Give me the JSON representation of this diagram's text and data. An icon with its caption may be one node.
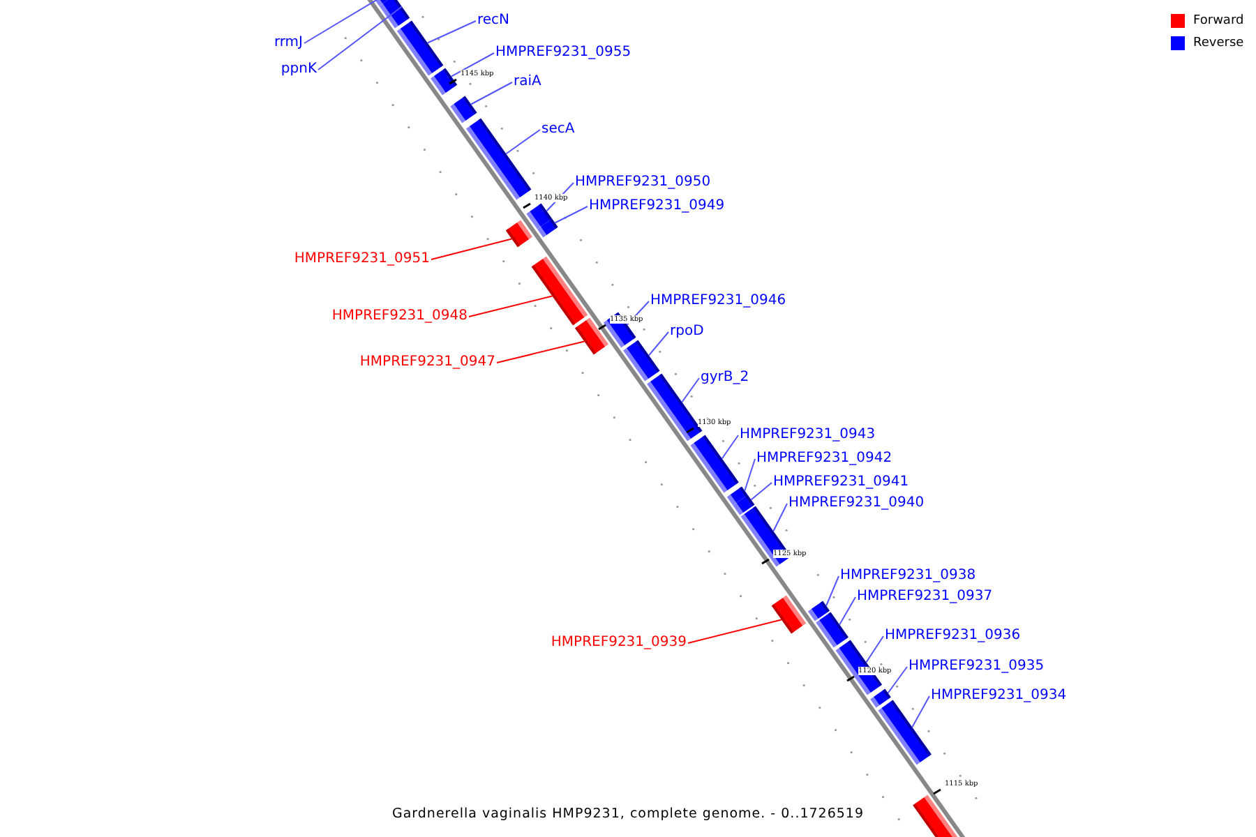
{
  "diagram": {
    "caption": "Gardnerella vaginalis HMP9231, complete genome. - 0..1726519",
    "nodes": [
      {
        "text": [
          "rrmJ"
        ]
      },
      {
        "text": [],
        "shape": "bar"
      },
      {
        "text": [
          "ppnK"
        ]
      },
      {
        "text": [],
        "shape": "bar"
      },
      {
        "text": [
          "recN"
        ]
      },
      {
        "text": [],
        "shape": "bar"
      },
      {
        "text": [
          "HMPREF9231_0955"
        ]
      },
      {
        "text": [],
        "shape": "bar"
      },
      {
        "text": [
          "raiA"
        ]
      },
      {
        "text": [],
        "shape": "bar"
      },
      {
        "text": [
          "secA"
        ]
      },
      {
        "text": [],
        "shape": "bar"
      },
      {
        "text": [
          "HMPREF9231_0950"
        ]
      },
      {
        "text": [],
        "shape": "bar"
      },
      {
        "text": [
          "HMPREF9231_0949"
        ]
      },
      {
        "text": [],
        "shape": "bar"
      },
      {
        "text": [
          "HMPREF9231_0951"
        ]
      },
      {
        "text": [],
        "shape": "bar"
      },
      {
        "text": [
          "HMPREF9231_0948"
        ]
      },
      {
        "text": [],
        "shape": "bar"
      },
      {
        "text": [
          "HMPREF9231_0947"
        ]
      },
      {
        "text": [],
        "shape": "bar"
      },
      {
        "text": [
          "HMPREF9231_0946"
        ]
      },
      {
        "text": [],
        "shape": "bar"
      },
      {
        "text": [
          "rpoD"
        ]
      },
      {
        "text": [],
        "shape": "bar"
      },
      {
        "text": [
          "gyrB_2"
        ]
      },
      {
        "text": [],
        "shape": "bar"
      },
      {
        "text": [
          "HMPREF9231_0943"
        ]
      },
      {
        "text": [],
        "shape": "bar"
      },
      {
        "text": [
          "HMPREF9231_0942"
        ]
      },
      {
        "text": [],
        "shape": "bar"
      },
      {
        "text": [
          "HMPREF9231_0941"
        ]
      },
      {
        "text": [],
        "shape": "bar"
      },
      {
        "text": [
          "HMPREF9231_0940"
        ]
      },
      {
        "text": [],
        "shape": "bar"
      },
      {
        "text": [
          "HMPREF9231_0939"
        ]
      },
      {
        "text": [],
        "shape": "bar"
      },
      {
        "text": [
          "HMPREF9231_0938"
        ]
      },
      {
        "text": [],
        "shape": "bar"
      },
      {
        "text": [
          "HMPREF9231_0937"
        ]
      },
      {
        "text": [],
        "shape": "bar"
      },
      {
        "text": [
          "HMPREF9231_0936"
        ]
      },
      {
        "text": [],
        "shape": "bar"
      },
      {
        "text": [
          "HMPREF9231_0935"
        ]
      },
      {
        "text": [],
        "shape": "bar"
      },
      {
        "text": [
          "HMPREF9231_0934"
        ]
      },
      {
        "text": [],
        "shape": "bar"
      },
      {
        "text": [],
        "shape": "bar"
      }
    ],
    "edges": [
      {
        "from": 0,
        "to": 1,
        "arrow": "none"
      },
      {
        "from": 2,
        "to": 3,
        "arrow": "none"
      },
      {
        "from": 4,
        "to": 5,
        "arrow": "none"
      },
      {
        "from": 6,
        "to": 7,
        "arrow": "none"
      },
      {
        "from": 8,
        "to": 9,
        "arrow": "none"
      },
      {
        "from": 10,
        "to": 11,
        "arrow": "none"
      },
      {
        "from": 12,
        "to": 13,
        "arrow": "none"
      },
      {
        "from": 14,
        "to": 15,
        "arrow": "none"
      },
      {
        "from": 16,
        "to": 17,
        "arrow": "none",
        "color": "#ff0000"
      },
      {
        "from": 18,
        "to": 19,
        "arrow": "none",
        "color": "#ff0000"
      },
      {
        "from": 20,
        "to": 21,
        "arrow": "none",
        "color": "#ff0000"
      },
      {
        "from": 22,
        "to": 23,
        "arrow": "none"
      },
      {
        "from": 24,
        "to": 25,
        "arrow": "none"
      },
      {
        "from": 26,
        "to": 27,
        "arrow": "none"
      },
      {
        "from": 28,
        "to": 29,
        "arrow": "none"
      },
      {
        "from": 30,
        "to": 31,
        "arrow": "none"
      },
      {
        "from": 32,
        "to": 33,
        "arrow": "none"
      },
      {
        "from": 34,
        "to": 35,
        "arrow": "none"
      },
      {
        "from": 36,
        "to": 37,
        "arrow": "none",
        "color": "#ff0000"
      },
      {
        "from": 38,
        "to": 39,
        "arrow": "none"
      },
      {
        "from": 40,
        "to": 41,
        "arrow": "none"
      },
      {
        "from": 42,
        "to": 43,
        "arrow": "none"
      },
      {
        "from": 44,
        "to": 45,
        "arrow": "none"
      },
      {
        "from": 46,
        "to": 47,
        "arrow": "none"
      }
    ],
    "labels": [
      "1145 kbp",
      "1140 kbp",
      "1135 kbp",
      "1130 kbp",
      "1125 kbp",
      "1120 kbp",
      "1115 kbp"
    ],
    "legend": [
      {
        "text": "Forward",
        "color": "#ff0000"
      },
      {
        "text": "Reverse",
        "color": "#0000ff"
      }
    ]
  }
}
